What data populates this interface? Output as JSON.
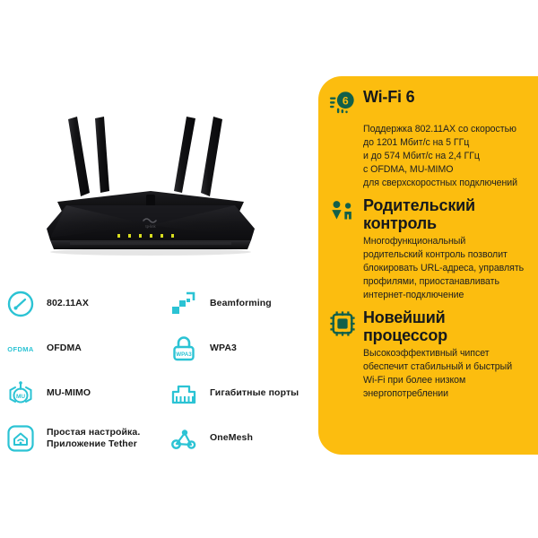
{
  "colors": {
    "panel_yellow": "#FCBD0F",
    "icon_teal": "#2BC3D4",
    "icon_dark_green": "#12604A",
    "text_dark": "#16191C",
    "background": "#FFFFFF",
    "router_black": "#1A1A1C",
    "led_yellow": "#D8DD1F"
  },
  "product": {
    "brand": "tp-link",
    "image_name": "tp-link-wifi6-router"
  },
  "features": {
    "left_column": [
      {
        "icon": "speedometer-icon",
        "label": "802.11AX"
      },
      {
        "icon": "ofdma-text-icon",
        "icon_text": "OFDMA",
        "label": "OFDMA"
      },
      {
        "icon": "mu-mimo-icon",
        "icon_text": "MU",
        "label": "MU-MIMO"
      },
      {
        "icon": "home-wifi-icon",
        "label": "Простая настройка.\nПриложение Tether"
      }
    ],
    "right_column": [
      {
        "icon": "beamforming-icon",
        "label": "Beamforming"
      },
      {
        "icon": "lock-wpa3-icon",
        "icon_text": "WPA3",
        "label": "WPA3"
      },
      {
        "icon": "ethernet-port-icon",
        "label": "Гигабитные порты"
      },
      {
        "icon": "onemesh-nodes-icon",
        "label": "OneMesh"
      }
    ]
  },
  "panel": {
    "blocks": [
      {
        "icon": "wifi6-icon",
        "icon_badge": "6",
        "title": "Wi-Fi 6",
        "body": "Поддержка 802.11AX со скоростью\nдо 1201 Мбит/с на 5 ГГц\nи до 574 Мбит/с на 2,4 ГГц\nс OFDMA, MU-MIMO\nдля сверхскоростных подключений"
      },
      {
        "icon": "parental-control-people-icon",
        "title": "Родительский контроль",
        "body": "Многофункциональный родительский контроль позволит блокировать URL-адреса, управлять профилями, приостанавливать интернет-подключение"
      },
      {
        "icon": "cpu-chip-icon",
        "title": "Новейший процессор",
        "body": "Высокоэффективный чипсет обеспечит стабильный и быстрый Wi-Fi при более низком энергопотреблении"
      }
    ]
  }
}
